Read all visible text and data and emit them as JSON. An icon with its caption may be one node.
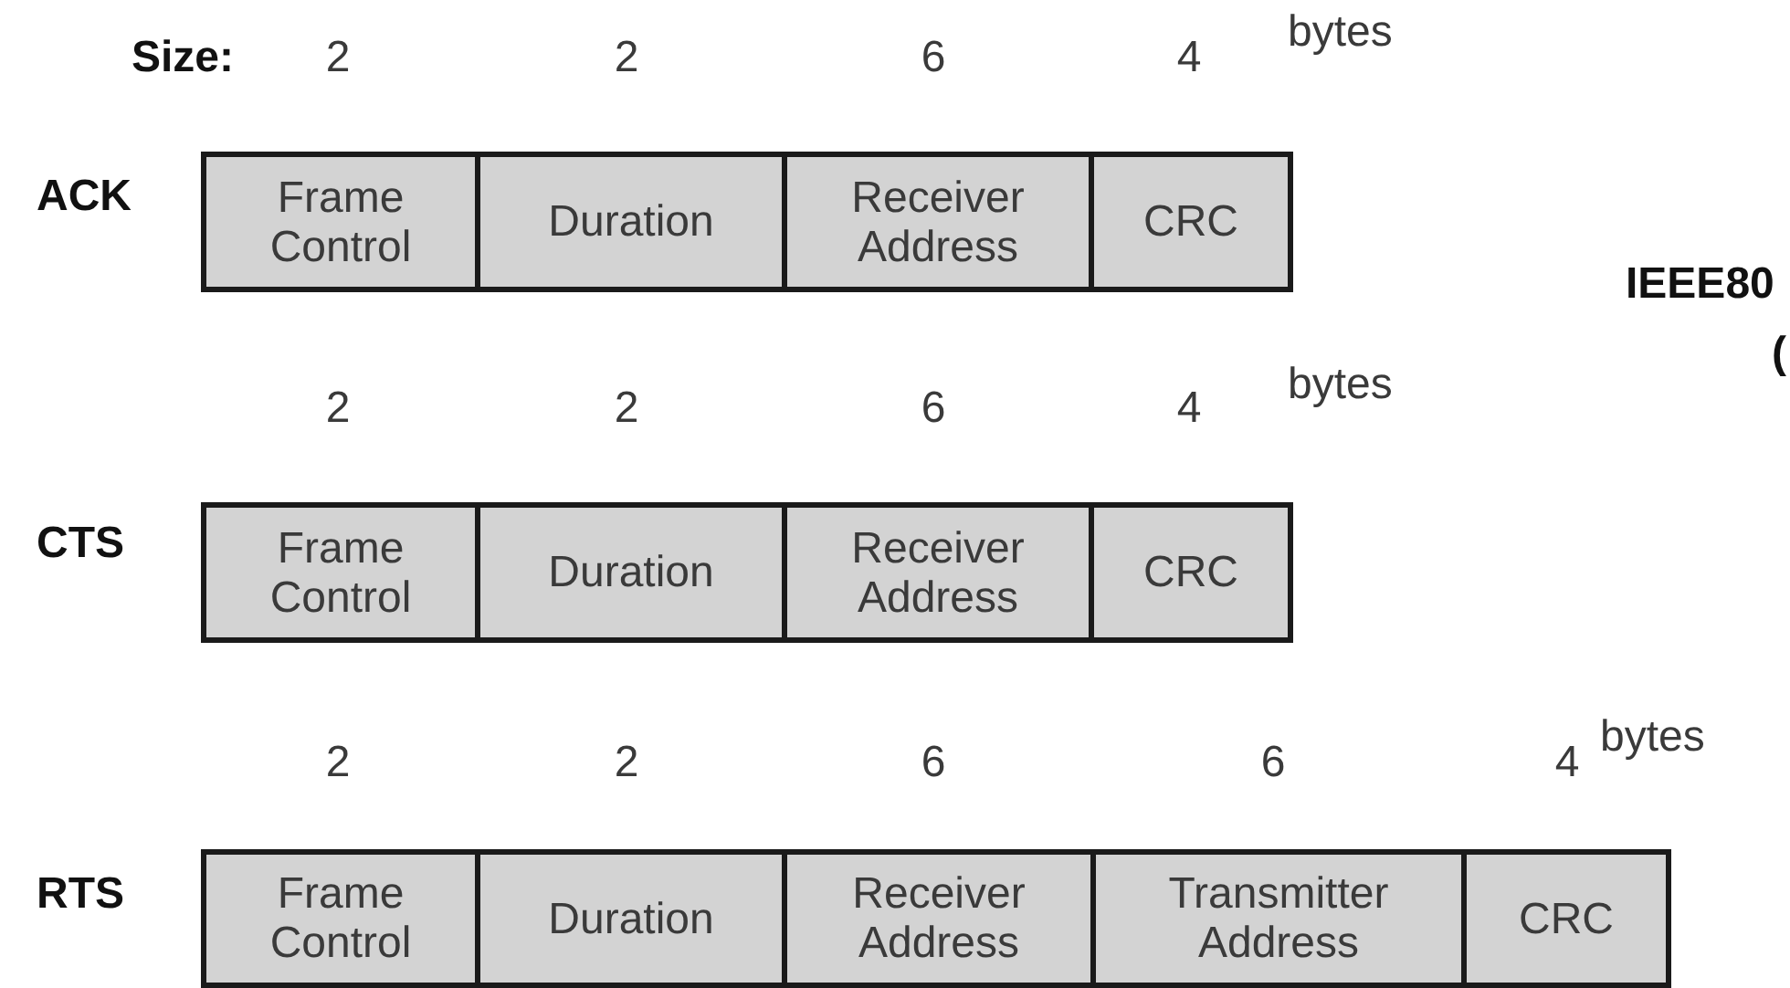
{
  "diagram": {
    "nodes": [
      {
        "text": [
          "Frame Control"
        ]
      },
      {
        "text": [
          "Duration"
        ]
      },
      {
        "text": [
          "Receiver Address"
        ]
      },
      {
        "text": [
          "CRC"
        ]
      },
      {
        "text": [
          "Frame Control"
        ]
      },
      {
        "text": [
          "Duration"
        ]
      },
      {
        "text": [
          "Receiver Address"
        ]
      },
      {
        "text": [
          "CRC"
        ]
      },
      {
        "text": [
          "Frame Control"
        ]
      },
      {
        "text": [
          "Duration"
        ]
      },
      {
        "text": [
          "Receiver Address"
        ]
      },
      {
        "text": [
          "Transmitter Address"
        ]
      },
      {
        "text": [
          "CRC"
        ]
      }
    ],
    "labels": [
      "Size:",
      "2",
      "2",
      "6",
      "4",
      "bytes",
      "ACK",
      "IEEE80",
      "(",
      "2",
      "2",
      "6",
      "4",
      "bytes",
      "CTS",
      "2",
      "2",
      "6",
      "6",
      "4",
      "bytes",
      "RTS"
    ]
  }
}
